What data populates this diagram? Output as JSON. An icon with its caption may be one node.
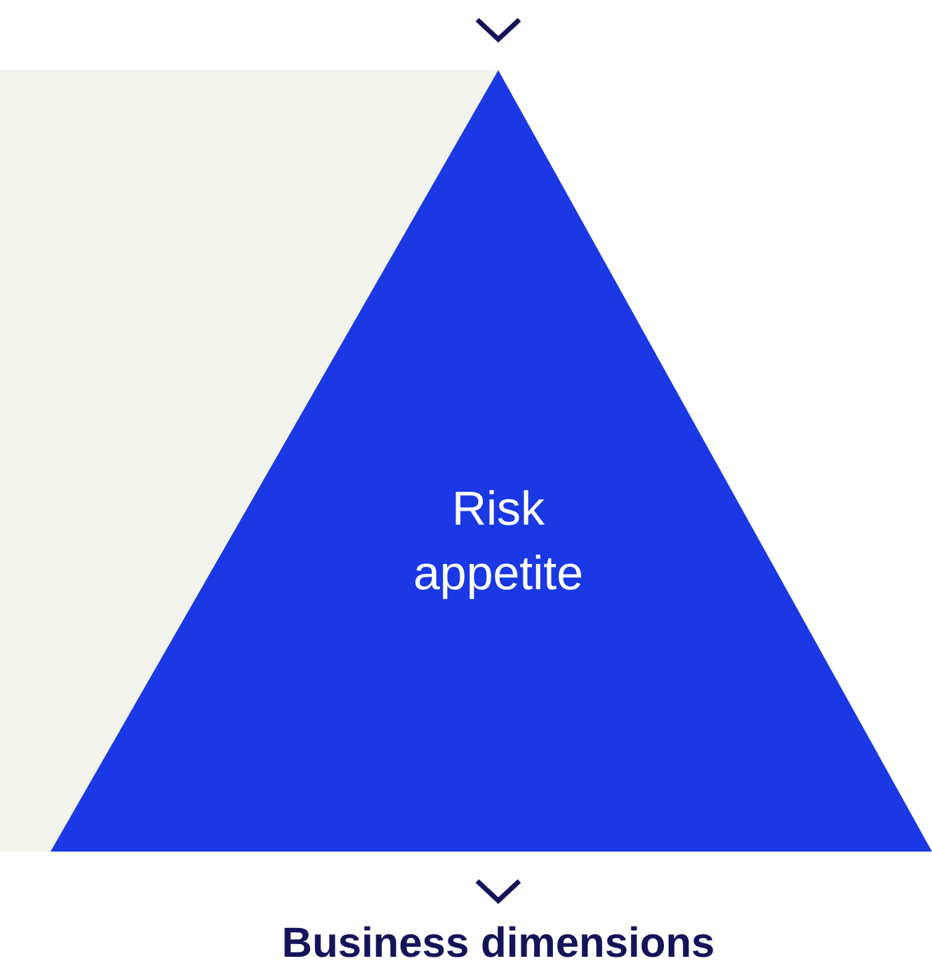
{
  "diagram": {
    "nodes": [
      {
        "text": [
          "Risk appetite"
        ]
      },
      {
        "text": [
          "Business dimensions"
        ]
      }
    ],
    "edges": [
      {
        "from": null,
        "to": 0,
        "arrow": "to"
      },
      {
        "from": 0,
        "to": 1,
        "arrow": "to"
      }
    ]
  }
}
